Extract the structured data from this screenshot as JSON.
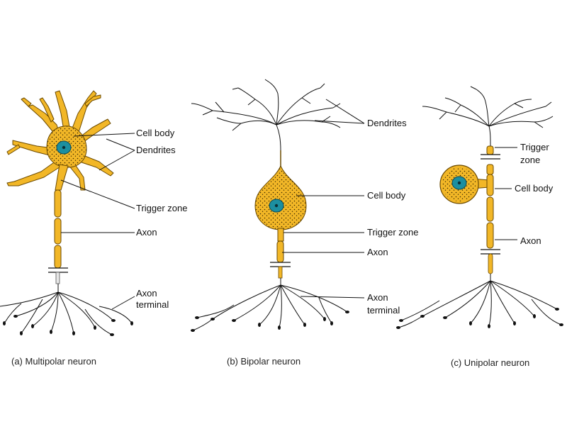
{
  "colors": {
    "cell_fill": "#f2b727",
    "cell_stroke": "#6b4a00",
    "nucleus": "#1c8fa0",
    "line": "#111111"
  },
  "panel_a": {
    "labels": {
      "cell_body": "Cell body",
      "dendrites": "Dendrites",
      "trigger_zone": "Trigger zone",
      "axon": "Axon",
      "axon_terminal_1": "Axon",
      "axon_terminal_2": "terminal"
    },
    "caption": "(a) Multipolar neuron"
  },
  "panel_b": {
    "labels": {
      "dendrites": "Dendrites",
      "cell_body": "Cell body",
      "trigger_zone": "Trigger zone",
      "axon": "Axon",
      "axon_terminal_1": "Axon",
      "axon_terminal_2": "terminal"
    },
    "caption": "(b) Bipolar neuron"
  },
  "panel_c": {
    "labels": {
      "trigger_zone_1": "Trigger",
      "trigger_zone_2": "zone",
      "cell_body": "Cell body",
      "axon": "Axon"
    },
    "caption": "(c) Unipolar neuron"
  }
}
